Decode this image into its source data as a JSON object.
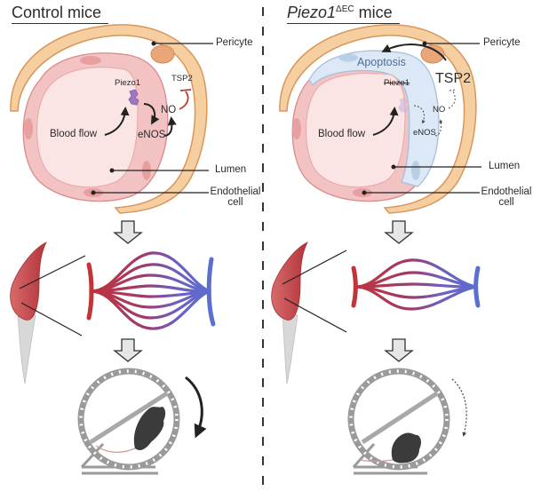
{
  "panels": {
    "control": {
      "title": "Control mice",
      "labels": {
        "pericyte": "Pericyte",
        "piezo1": "Piezo1",
        "tsp2": "TSP2",
        "no": "NO",
        "enos": "eNOS",
        "blood_flow": "Blood flow",
        "lumen": "Lumen",
        "endothelial_line1": "Endothelial",
        "endothelial_line2": "cell"
      },
      "capillary_density": "high",
      "running_activity": "high"
    },
    "knockout": {
      "title_gene": "Piezo1",
      "title_sup": "ΔEC",
      "title_suffix": " mice",
      "labels": {
        "pericyte": "Pericyte",
        "apoptosis": "Apoptosis",
        "piezo1": "Piezo1",
        "tsp2": "TSP2",
        "no": "NO",
        "enos": "eNOS",
        "blood_flow": "Blood flow",
        "lumen": "Lumen",
        "endothelial_line1": "Endothelial",
        "endothelial_line2": "cell"
      },
      "capillary_density": "reduced",
      "running_activity": "reduced"
    }
  },
  "colors": {
    "pericyte_fill": "#f6cfa0",
    "pericyte_stroke": "#d9955a",
    "endothelium_fill": "#f3c2c2",
    "endothelium_stroke": "#d98b8b",
    "lumen_fill": "#fbe4e4",
    "apoptotic_fill": "#dce8f6",
    "apoptotic_stroke": "#a7bede",
    "piezo1": "#9b77c4",
    "tsp2_inhibition": "#c0392b",
    "artery": "#c0343a",
    "vein": "#5a6fd0",
    "muscle": "#c9474a",
    "tendon": "#d8d8d8",
    "mouse": "#3b3b3b",
    "wheel": "#9a9a9a",
    "arrow_fill": "#e6e6e6"
  }
}
